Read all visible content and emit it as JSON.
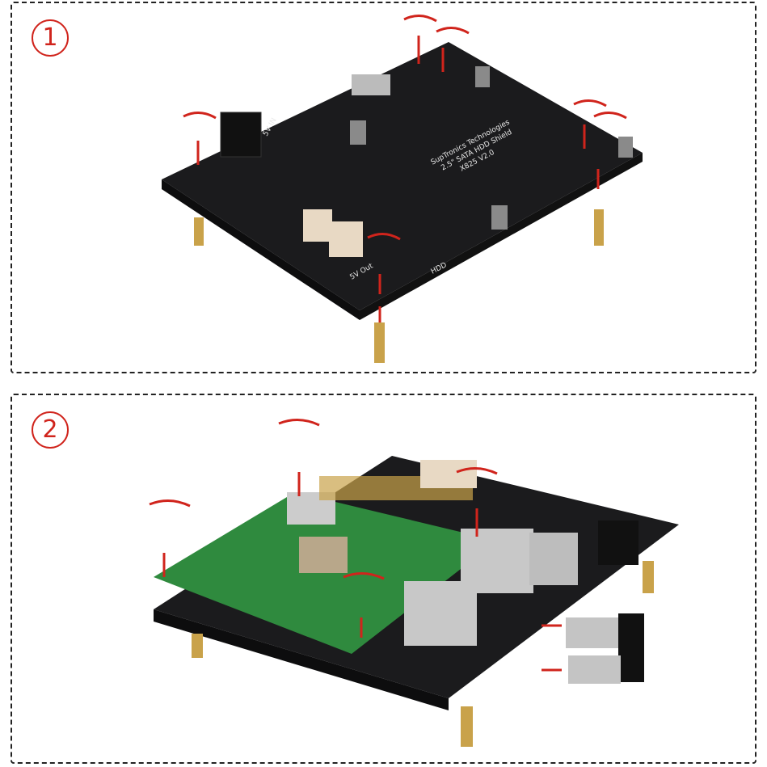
{
  "steps": [
    {
      "number": "1",
      "board": {
        "line1": "SupTronics Technologies",
        "line2": "2.5\" SATA HDD Shield",
        "line3": "X825 V2.0",
        "label_power_in": "5V IN",
        "label_power_out": "5V Out",
        "label_hdd": "HDD"
      }
    },
    {
      "number": "2"
    }
  ],
  "colors": {
    "accent": "#d0241c",
    "pcb": "#1b1b1d",
    "raspberry_pi_pcb": "#2f8a3e",
    "brass": "#c9a24a"
  }
}
